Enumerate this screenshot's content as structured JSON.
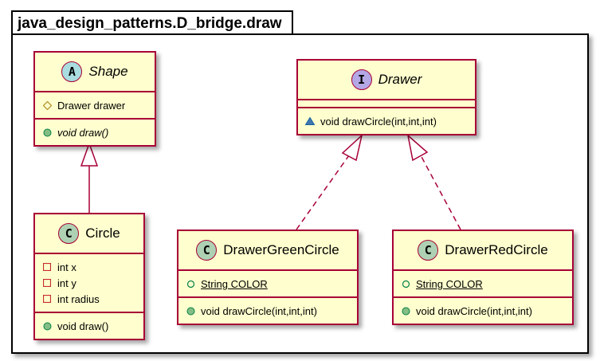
{
  "package": {
    "name": "java_design_patterns.D_bridge.draw"
  },
  "colors": {
    "class_fill": "#fefece",
    "class_border": "#a80036",
    "abstract_badge": "#a9dcdf",
    "interface_badge": "#b4a7e5",
    "class_badge": "#add1b2",
    "field_private": "#c82930",
    "method_public": "#84be84",
    "field_protected": "#ffff44",
    "method_package": "#4177af"
  },
  "classes": {
    "shape": {
      "badge": "A",
      "name": "Shape",
      "fields": [
        {
          "visibility": "protected",
          "text": "Drawer drawer"
        }
      ],
      "methods": [
        {
          "visibility": "public",
          "text": "void draw()",
          "italic": true
        }
      ]
    },
    "drawer": {
      "badge": "I",
      "name": "Drawer",
      "fields": [],
      "methods": [
        {
          "visibility": "package",
          "text": "void drawCircle(int,int,int)"
        }
      ]
    },
    "circle": {
      "badge": "C",
      "name": "Circle",
      "fields": [
        {
          "visibility": "private",
          "text": "int x"
        },
        {
          "visibility": "private",
          "text": "int y"
        },
        {
          "visibility": "private",
          "text": "int radius"
        }
      ],
      "methods": [
        {
          "visibility": "public",
          "text": "void draw()"
        }
      ]
    },
    "green": {
      "badge": "C",
      "name": "DrawerGreenCircle",
      "fields": [
        {
          "visibility": "public-static",
          "text": "String COLOR"
        }
      ],
      "methods": [
        {
          "visibility": "public",
          "text": "void drawCircle(int,int,int)"
        }
      ]
    },
    "red": {
      "badge": "C",
      "name": "DrawerRedCircle",
      "fields": [
        {
          "visibility": "public-static",
          "text": "String COLOR"
        }
      ],
      "methods": [
        {
          "visibility": "public",
          "text": "void drawCircle(int,int,int)"
        }
      ]
    }
  },
  "relations": [
    {
      "from": "Circle",
      "to": "Shape",
      "type": "extends"
    },
    {
      "from": "DrawerGreenCircle",
      "to": "Drawer",
      "type": "implements"
    },
    {
      "from": "DrawerRedCircle",
      "to": "Drawer",
      "type": "implements"
    }
  ]
}
